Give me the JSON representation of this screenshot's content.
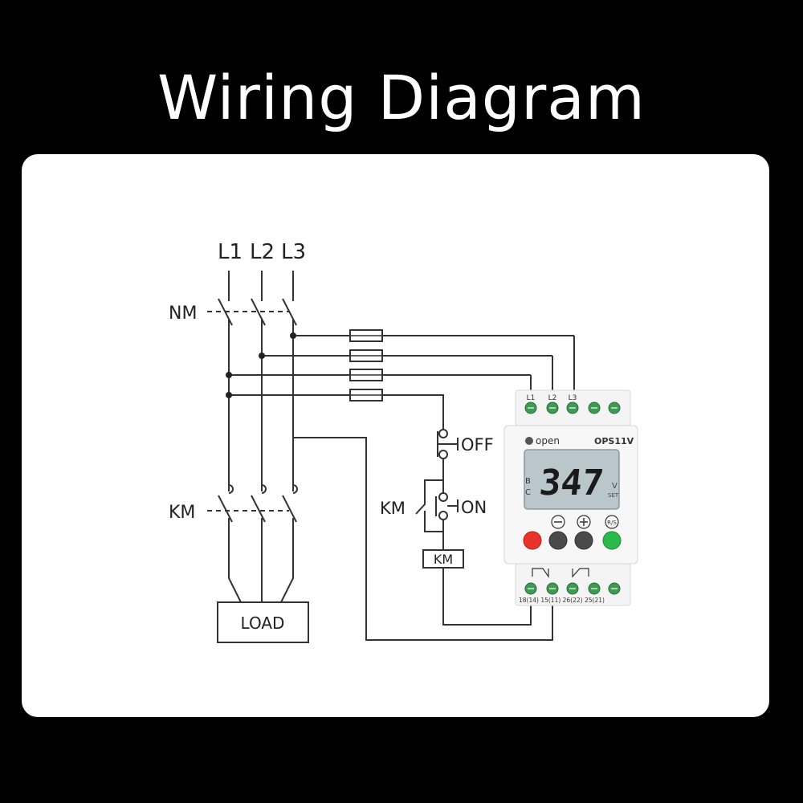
{
  "title": "Wiring Diagram",
  "diagram": {
    "phase_labels": [
      "L1",
      "L2",
      "L3"
    ],
    "switch_nm_label": "NM",
    "contactor_label": "KM",
    "off_label": "OFF",
    "on_label": "ON",
    "hold_contact_label": "KM",
    "coil_label": "KM",
    "load_label": "LOAD"
  },
  "device": {
    "brand": "open",
    "model": "OPS11V",
    "top_terminals": [
      "L1",
      "L2",
      "L3",
      "",
      ""
    ],
    "display_value": "347",
    "side_letters": [
      "B",
      "C"
    ],
    "unit": "V",
    "set_label": "SET",
    "buttons": {
      "minus": "−",
      "plus": "+",
      "rs": "R/S"
    },
    "bottom_terminals": "18(14) 15(11) 26(22) 25(21)"
  },
  "colors": {
    "red_button": "#e8322a",
    "green_button": "#2bb94a",
    "gray_button": "#4a4a4a",
    "lcd": "#b9c6cc",
    "terminal_green": "#3e9a52"
  }
}
